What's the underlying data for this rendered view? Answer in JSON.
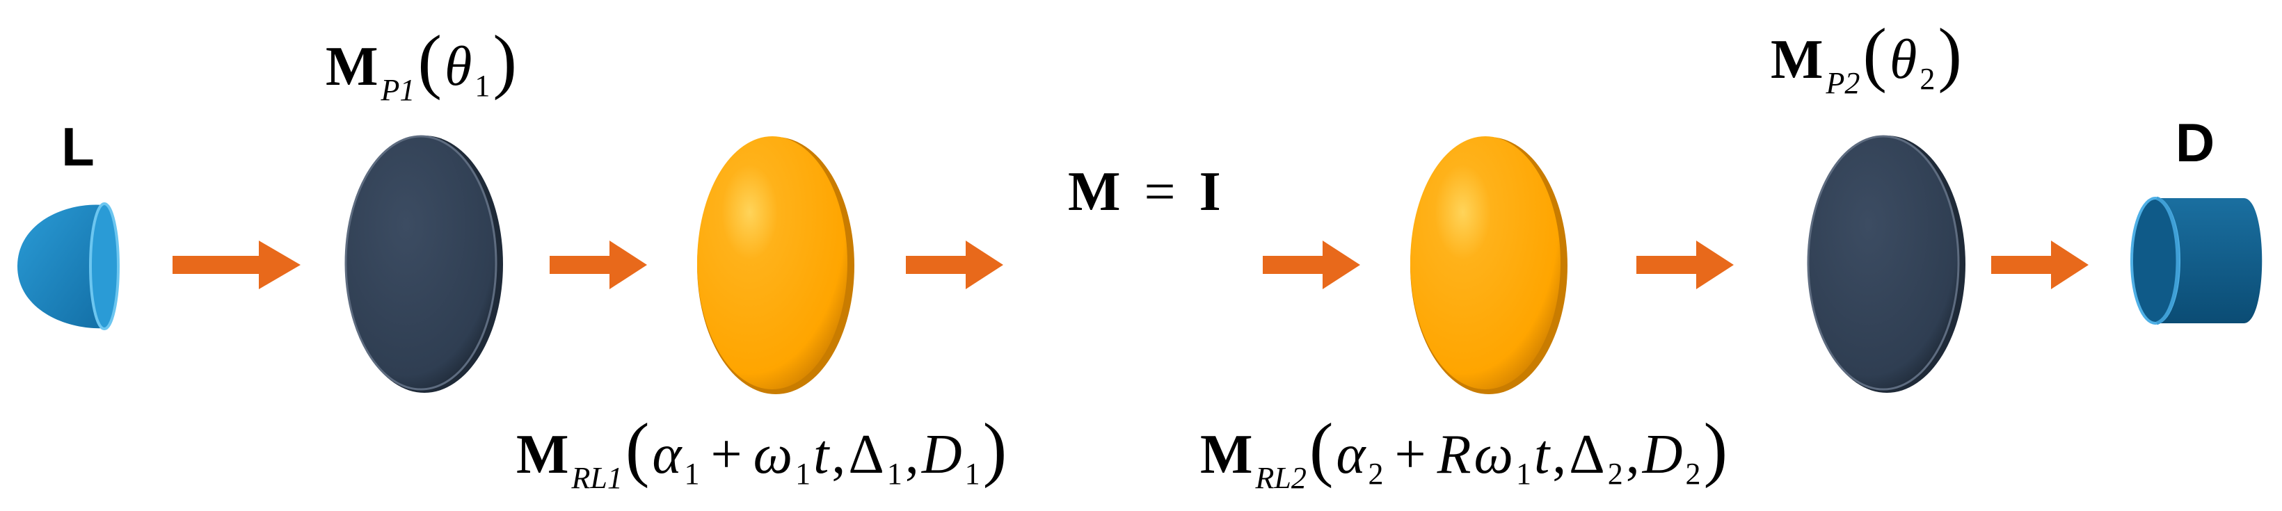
{
  "source_label": "L",
  "detector_label": "D",
  "polarizer1": {
    "matrix_symbol": "M",
    "subscript": "P1",
    "open": "(",
    "arg": "θ",
    "arg_sub": "1",
    "close": ")"
  },
  "polarizer2": {
    "matrix_symbol": "M",
    "subscript": "P2",
    "open": "(",
    "arg": "θ",
    "arg_sub": "2",
    "close": ")"
  },
  "free_space": {
    "lhs": "M",
    "eq": "=",
    "rhs": "I"
  },
  "retarder1": {
    "matrix_symbol": "M",
    "subscript": "RL1",
    "open": "(",
    "a": "α",
    "a_sub": "1",
    "plus": "+",
    "coef": "",
    "w": "ω",
    "w_sub": "1",
    "t": "t",
    "sep1": ",",
    "delta": "Δ",
    "delta_sub": "1",
    "sep2": ",",
    "d": "D",
    "d_sub": "1",
    "close": ")"
  },
  "retarder2": {
    "matrix_symbol": "M",
    "subscript": "RL2",
    "open": "(",
    "a": "α",
    "a_sub": "2",
    "plus": "+",
    "coef": "R",
    "w": "ω",
    "w_sub": "1",
    "t": "t",
    "sep1": ",",
    "delta": "Δ",
    "delta_sub": "2",
    "sep2": ",",
    "d": "D",
    "d_sub": "2",
    "close": ")"
  },
  "colors": {
    "arrow": "#e8691b",
    "polarizer": "#2f3e52",
    "retarder": "#ffa500",
    "source": "#1a86c3",
    "detector": "#0e5c8a",
    "text": "#000000"
  }
}
